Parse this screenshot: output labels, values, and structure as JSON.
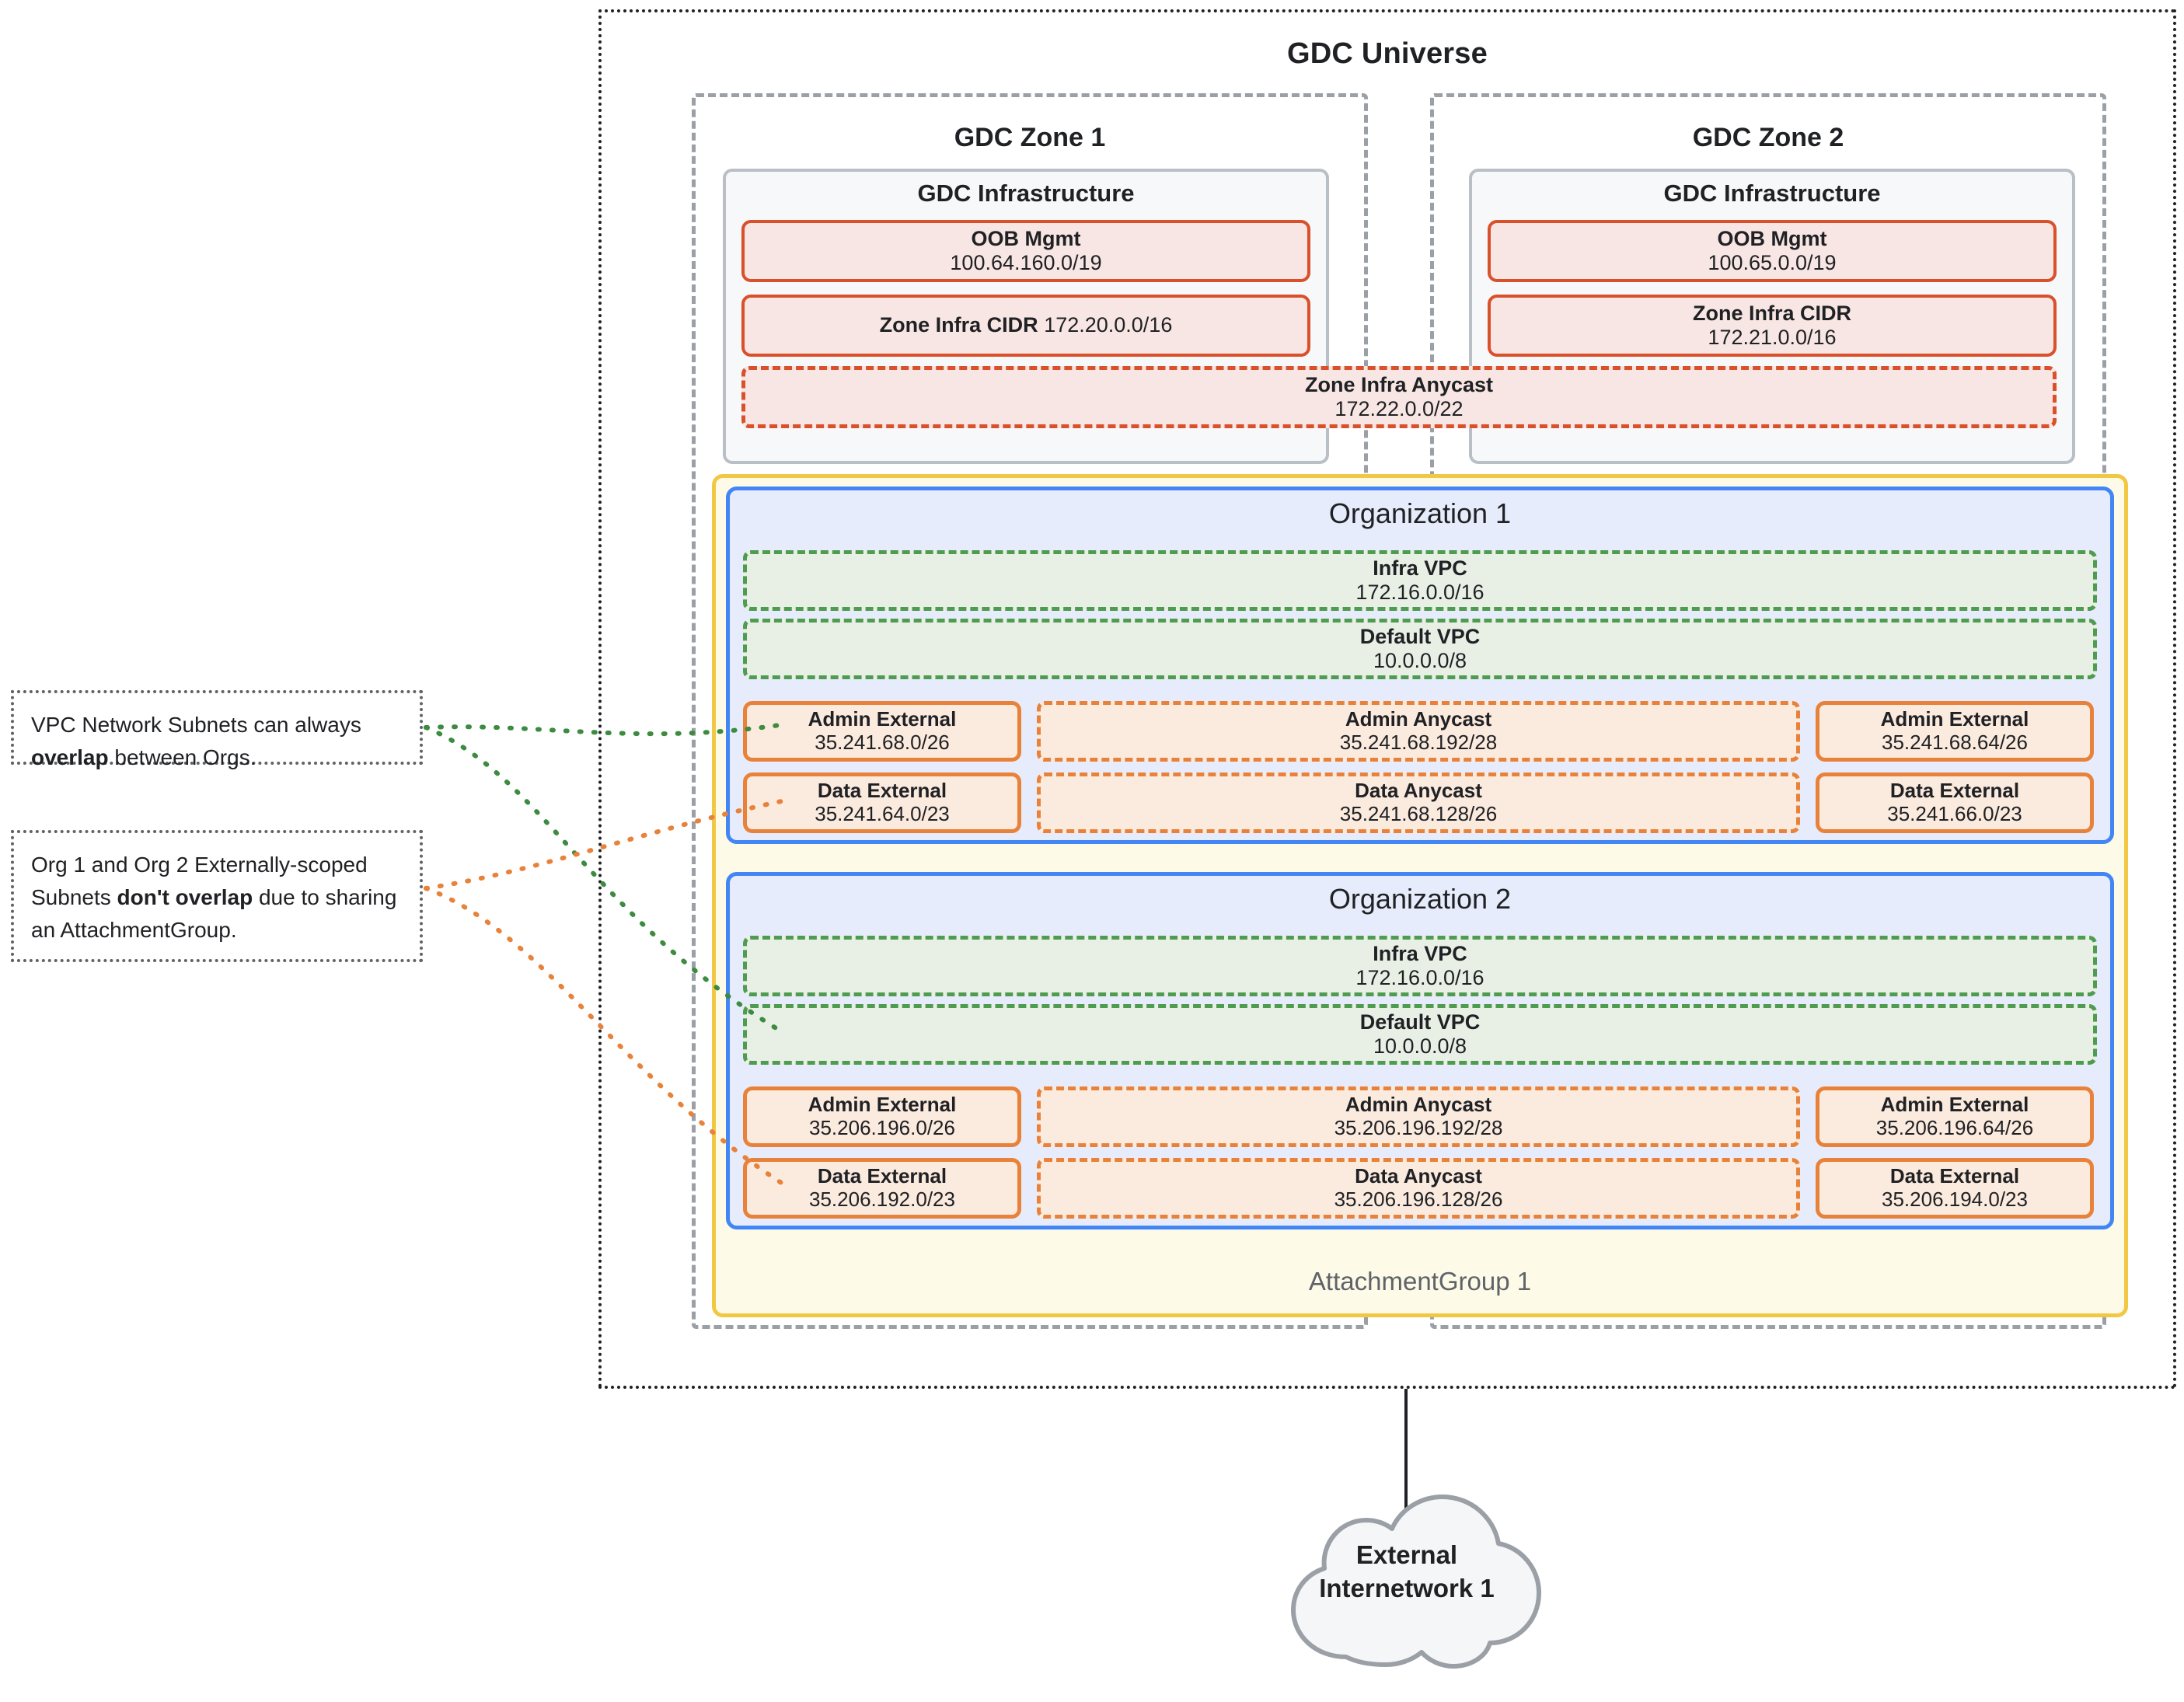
{
  "universe": {
    "title": "GDC Universe"
  },
  "zones": [
    {
      "title": "GDC Zone 1",
      "infra_title": "GDC Infrastructure",
      "oob": {
        "label": "OOB Mgmt",
        "cidr": "100.64.160.0/19"
      },
      "zone_infra": {
        "label": "Zone Infra CIDR",
        "cidr": "172.20.0.0/16",
        "inline": true
      }
    },
    {
      "title": "GDC Zone 2",
      "infra_title": "GDC Infrastructure",
      "oob": {
        "label": "OOB Mgmt",
        "cidr": "100.65.0.0/19"
      },
      "zone_infra": {
        "label": "Zone Infra CIDR",
        "cidr": "172.21.0.0/16",
        "inline": false
      }
    }
  ],
  "zone_infra_anycast": {
    "label": "Zone Infra Anycast",
    "cidr": "172.22.0.0/22"
  },
  "attachment_group": {
    "label": "AttachmentGroup 1"
  },
  "orgs": [
    {
      "title": "Organization 1",
      "infra_vpc": {
        "label": "Infra VPC",
        "cidr": "172.16.0.0/16"
      },
      "default_vpc": {
        "label": "Default VPC",
        "cidr": "10.0.0.0/8"
      },
      "admin_left": {
        "label": "Admin External",
        "cidr": "35.241.68.0/26"
      },
      "admin_center": {
        "label": "Admin Anycast",
        "cidr": "35.241.68.192/28"
      },
      "admin_right": {
        "label": "Admin External",
        "cidr": "35.241.68.64/26"
      },
      "data_left": {
        "label": "Data External",
        "cidr": "35.241.64.0/23"
      },
      "data_center": {
        "label": "Data Anycast",
        "cidr": "35.241.68.128/26"
      },
      "data_right": {
        "label": "Data External",
        "cidr": "35.241.66.0/23"
      }
    },
    {
      "title": "Organization 2",
      "infra_vpc": {
        "label": "Infra VPC",
        "cidr": "172.16.0.0/16"
      },
      "default_vpc": {
        "label": "Default VPC",
        "cidr": "10.0.0.0/8"
      },
      "admin_left": {
        "label": "Admin External",
        "cidr": "35.206.196.0/26"
      },
      "admin_center": {
        "label": "Admin Anycast",
        "cidr": "35.206.196.192/28"
      },
      "admin_right": {
        "label": "Admin External",
        "cidr": "35.206.196.64/26"
      },
      "data_left": {
        "label": "Data External",
        "cidr": "35.206.192.0/23"
      },
      "data_center": {
        "label": "Data Anycast",
        "cidr": "35.206.196.128/26"
      },
      "data_right": {
        "label": "Data External",
        "cidr": "35.206.194.0/23"
      }
    }
  ],
  "notes": [
    {
      "id": "overlap-note",
      "part1": "VPC Network Subnets can always ",
      "bold": "overlap",
      "part2": " between Orgs.",
      "connector_color": "#3d8b40"
    },
    {
      "id": "no-overlap-note",
      "part1": "Org 1 and Org 2 Externally-scoped Subnets ",
      "bold": "don't overlap",
      "part2": " due to sharing an AttachmentGroup.",
      "connector_color": "#e8823a"
    }
  ],
  "external": {
    "label_line1": "External",
    "label_line2": "Internetwork 1"
  },
  "colors": {
    "universe_border": "#202124",
    "zone_border": "#9aa0a6",
    "infra_fill": "#f6f8fa",
    "infra_border": "#b9bfc6",
    "pink_fill": "#f7e6e3",
    "red_border": "#d9502b",
    "org_fill": "#e6ecfb",
    "org_border": "#4285f4",
    "vpc_fill": "#e8f0e6",
    "vpc_border": "#4f9b4f",
    "subnet_fill": "#fbeade",
    "subnet_border": "#e8823a",
    "attachment_fill": "#fdfae8",
    "attachment_border": "#f2c744",
    "cloud_fill": "#f4f6f8",
    "cloud_border": "#9aa0a6"
  }
}
